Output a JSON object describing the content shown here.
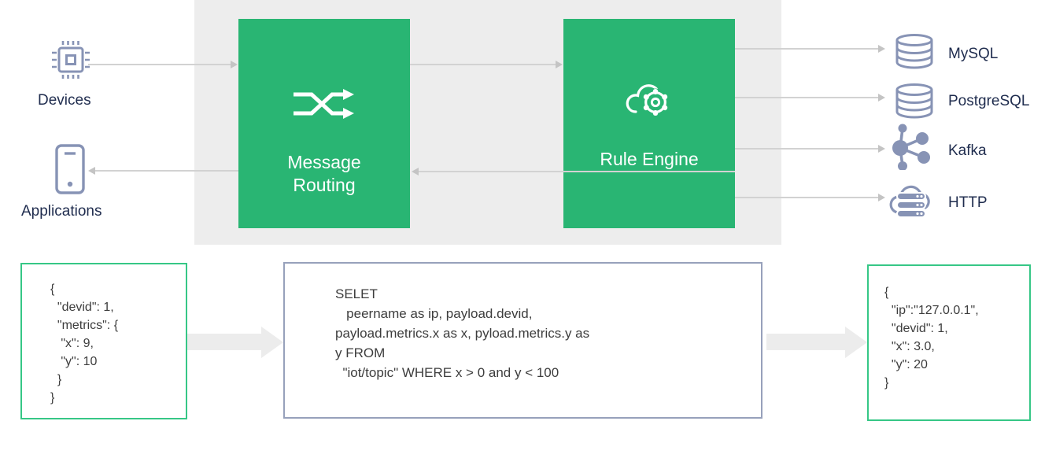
{
  "palette": {
    "green_box": "#29b573",
    "band": "#ededed",
    "slate_icon": "#8793b5",
    "dark_text": "#1f2c4e",
    "arrow_line": "#d2d2d2",
    "arrow_head": "#c4c4c4",
    "thick_arrow": "#ececec",
    "json_border": "#36c786",
    "sql_border": "#97a1bb",
    "code_text": "#3d3d3d"
  },
  "flow": {
    "devices_label": "Devices",
    "applications_label": "Applications",
    "message_routing_label": "Message\nRouting",
    "rule_engine_label": "Rule Engine",
    "outputs": [
      {
        "label": "MySQL",
        "icon": "database-icon"
      },
      {
        "label": "PostgreSQL",
        "icon": "database-icon"
      },
      {
        "label": "Kafka",
        "icon": "kafka-icon"
      },
      {
        "label": "HTTP",
        "icon": "http-cloud-icon"
      }
    ]
  },
  "panels": {
    "input_json": {
      "code": "{\n  \"devid\": 1,\n  \"metrics\": {\n   \"x\": 9,\n   \"y\": 10\n  }\n}"
    },
    "rule_sql": {
      "code": "SELET\n   peername as ip, payload.devid,\npayload.metrics.x as x, pyload.metrics.y as\ny FROM\n  \"iot/topic\" WHERE x > 0 and y < 100"
    },
    "output_json": {
      "code": "{\n  \"ip\":\"127.0.0.1\",\n  \"devid\": 1,\n  \"x\": 3.0,\n  \"y\": 20\n}"
    }
  }
}
